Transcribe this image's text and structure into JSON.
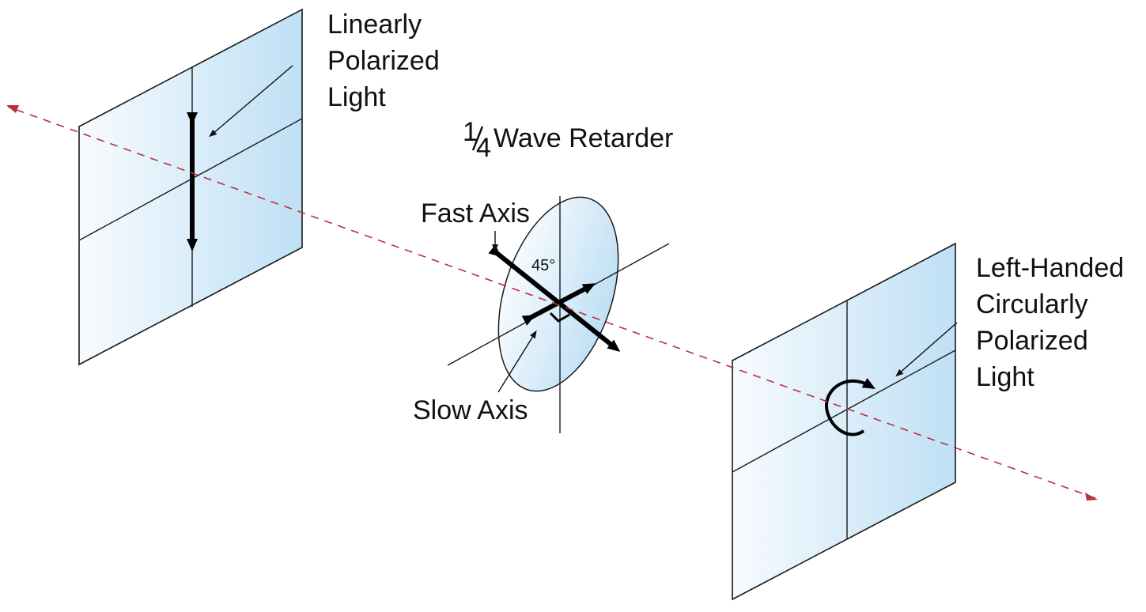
{
  "labels": {
    "linear": [
      "Linearly",
      "Polarized",
      "Light"
    ],
    "retarder_fraction_num": "1",
    "retarder_fraction_den": "4",
    "retarder": "Wave Retarder",
    "fast_axis": "Fast Axis",
    "slow_axis": "Slow Axis",
    "angle": "45°",
    "circular": [
      "Left-Handed",
      "Circularly",
      "Polarized",
      "Light"
    ]
  },
  "colors": {
    "beam": "#b8313e",
    "pane_light": "#f7fbfe",
    "pane_dark": "#bfe0f5",
    "line": "#1a1a1a"
  }
}
